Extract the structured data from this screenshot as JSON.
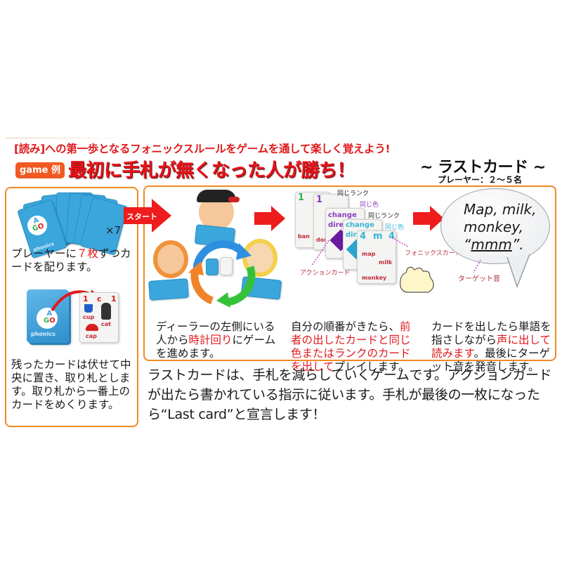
{
  "header": {
    "subtitle": "[読み]への第一歩となるフォニックスルールをゲームを通して楽しく覚えよう!",
    "badge": "game 例",
    "headline": "最初に手札が無くなった人が勝ち！",
    "game_title": "~ ラストカード ~",
    "players": "プレーヤー：２～５名"
  },
  "panel_left": {
    "multiplier": "×7",
    "step1": {
      "pre": "プレーヤーに",
      "highlight": "７枚",
      "post": "ずつカードを配ります。"
    },
    "step2": "残ったカードは伏せて中央に置き、取り札とします。取り札から一番上のカードをめくります。",
    "card_words": [
      "cup",
      "cat",
      "cap"
    ],
    "card_rank": "1",
    "card_letter": "c"
  },
  "panel_main": {
    "start_label": "スタート",
    "step3": {
      "pre": "ディーラーの左側にいる人から",
      "highlight": "時計回り",
      "post": "にゲームを進めます。"
    },
    "step4": {
      "pre": "自分の順番がきたら、",
      "highlight": "前者の出したカードと同じ色またはランクのカードを出して",
      "post": "プレイします。"
    },
    "step5": {
      "pre": "カードを出したら単語を指さしながら",
      "highlight": "声に出して読みます",
      "post": "。最後にターゲット音を発音します。"
    },
    "card_labels": {
      "same_rank_1": "同じランク",
      "same_color_1": "同じ色",
      "same_rank_2": "同じランク",
      "same_color_2": "同じ色",
      "action_card": "アクションカード",
      "phonics_card": "フォニックスカード",
      "target_sound": "ターゲット音"
    },
    "card_words": {
      "change": "change",
      "direction": "dire",
      "rank": "4",
      "letter": "m",
      "words": [
        "map",
        "milk",
        "monkey"
      ]
    },
    "speech": {
      "line1": "Map, milk,",
      "line2": "monkey,",
      "line3_pre": "“",
      "line3_u": "mmm",
      "line3_post": "”."
    }
  },
  "footer": {
    "description": "ラストカードは、手札を減らしていくゲームです。アクションカードが出たら書かれている指示に従います。手札が最後の一枚になったら“Last card”と宣言します！"
  },
  "colors": {
    "accent_red": "#e0191b",
    "panel_border": "#f08a24",
    "badge_orange": "#f05a22",
    "card_blue": "#3aa6dc"
  }
}
